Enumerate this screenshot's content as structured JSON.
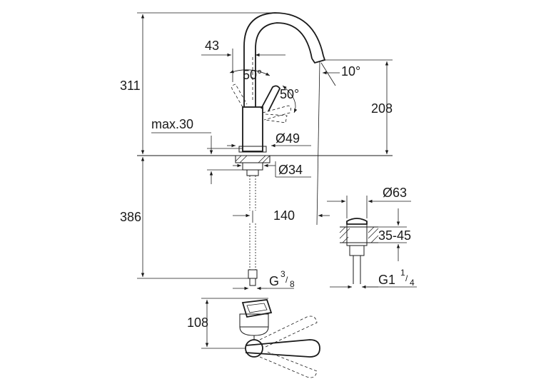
{
  "labels": {
    "d311": "311",
    "d386": "386",
    "d43": "43",
    "a50_top": "50°",
    "a50_right": "50°",
    "a10": "10°",
    "d208": "208",
    "max30": "max.30",
    "dia49": "Ø49",
    "dia34": "Ø34",
    "d140": "140",
    "dia63": "Ø63",
    "d3545": "35-45",
    "g38_base": "G",
    "g38_num": "3",
    "g38_den": "8",
    "g114_base": "G1",
    "g114_num": "1",
    "g114_den": "4",
    "d108": "108"
  }
}
